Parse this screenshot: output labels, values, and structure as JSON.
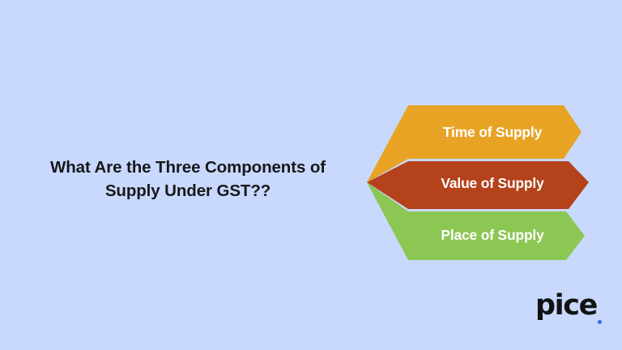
{
  "page": {
    "background_color": "#c9d9fd"
  },
  "heading": {
    "line1": "What Are the Three Components of",
    "line2": "Supply Under GST??",
    "color": "#17181c"
  },
  "diagram": {
    "type": "chevron-stack",
    "direction": "right",
    "items": [
      {
        "label": "Time of Supply",
        "color": "#e8a325",
        "text_color": "#ffffff"
      },
      {
        "label": "Value of Supply",
        "color": "#b4421a",
        "text_color": "#ffffff"
      },
      {
        "label": "Place of Supply",
        "color": "#8cc653",
        "text_color": "#ffffff"
      }
    ]
  },
  "logo": {
    "text": "pice",
    "text_color": "#121212",
    "dot_color": "#2a6df4"
  }
}
